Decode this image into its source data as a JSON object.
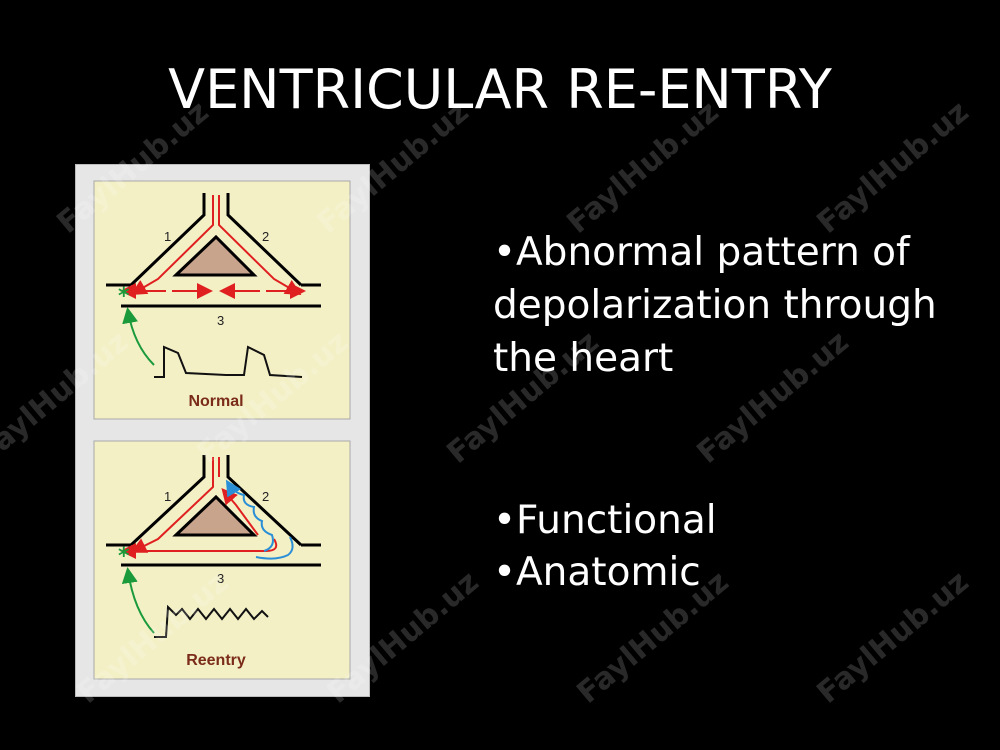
{
  "slide": {
    "title": "VENTRICULAR RE-ENTRY",
    "bullets": [
      "•Abnormal pattern of depolarization through the heart",
      "•Functional",
      "•Anatomic"
    ]
  },
  "figure": {
    "panels": [
      {
        "caption": "Normal",
        "labels": [
          "1",
          "2",
          "3"
        ]
      },
      {
        "caption": "Reentry",
        "labels": [
          "1",
          "2",
          "3"
        ]
      }
    ],
    "star_symbol": "*",
    "colors": {
      "panel_bg": "#f3f0c6",
      "triangle_fill": "#c9a48c",
      "red_path": "#e02020",
      "blue_path": "#2a8fd6",
      "green_arrow": "#1a9a3a",
      "caption_color": "#7b2b1a"
    }
  },
  "watermark": {
    "text": "FaylHub.uz"
  }
}
